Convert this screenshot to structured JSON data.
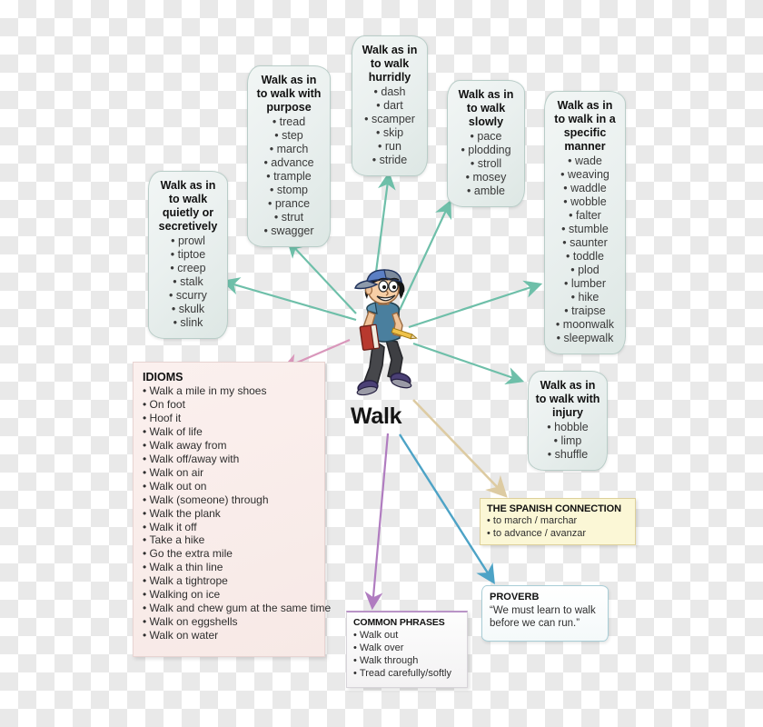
{
  "diagram": {
    "center_label": "Walk",
    "center_figure": "boy-walking-with-book-and-pencil"
  },
  "categories": [
    {
      "id": "quietly",
      "title": "Walk as in to walk quietly or secretively",
      "title_lines": [
        "Walk as in",
        "to walk",
        "quietly or",
        "secretively"
      ],
      "items": [
        "prowl",
        "tiptoe",
        "creep",
        "stalk",
        "scurry",
        "skulk",
        "slink"
      ]
    },
    {
      "id": "purpose",
      "title": "Walk as in to walk with purpose",
      "title_lines": [
        "Walk as in",
        "to walk with",
        "purpose"
      ],
      "items": [
        "tread",
        "step",
        "march",
        "advance",
        "trample",
        "stomp",
        "prance",
        "strut",
        "swagger"
      ]
    },
    {
      "id": "hurridly",
      "title": "Walk as in to walk hurridly",
      "title_lines": [
        "Walk as in",
        "to walk",
        "hurridly"
      ],
      "items": [
        "dash",
        "dart",
        "scamper",
        "skip",
        "run",
        "stride"
      ]
    },
    {
      "id": "slowly",
      "title": "Walk as in to walk slowly",
      "title_lines": [
        "Walk as in",
        "to walk",
        "slowly"
      ],
      "items": [
        "pace",
        "plodding",
        "stroll",
        "mosey",
        "amble"
      ]
    },
    {
      "id": "specific-manner",
      "title": "Walk as in to walk in a specific manner",
      "title_lines": [
        "Walk as in",
        "to walk in a",
        "specific",
        "manner"
      ],
      "items": [
        "wade",
        "weaving",
        "waddle",
        "wobble",
        "falter",
        "stumble",
        "saunter",
        "toddle",
        "plod",
        "lumber",
        "hike",
        "traipse",
        "moonwalk",
        "sleepwalk"
      ]
    },
    {
      "id": "injury",
      "title": "Walk as in to walk with injury",
      "title_lines": [
        "Walk as in",
        "to walk with",
        "injury"
      ],
      "items": [
        "hobble",
        "limp",
        "shuffle"
      ]
    }
  ],
  "idioms": {
    "heading": "IDIOMS",
    "items": [
      "Walk a mile in my shoes",
      "On foot",
      "Hoof it",
      "Walk of life",
      "Walk away from",
      "Walk off/away with",
      "Walk on air",
      "Walk out on",
      "Walk (someone) through",
      "Walk the plank",
      "Walk it off",
      "Take a hike",
      "Go the extra mile",
      "Walk a thin line",
      "Walk a tightrope",
      "Walking on ice",
      "Walk and chew gum at the same time",
      "Walk on eggshells",
      "Walk on water"
    ]
  },
  "spanish_connection": {
    "heading": "THE SPANISH CONNECTION",
    "items": [
      "to march / marchar",
      "to advance / avanzar"
    ]
  },
  "proverb": {
    "heading": "PROVERB",
    "quote": "“We must learn to walk before we can run.”"
  },
  "common_phrases": {
    "heading": "COMMON PHRASES",
    "items": [
      "Walk out",
      "Walk over",
      "Walk through",
      "Tread carefully/softly"
    ]
  },
  "colors": {
    "arrow_green": "#6ebfa9",
    "arrow_pink": "#d997bb",
    "arrow_purple": "#b07cc0",
    "arrow_blue": "#4da3c6",
    "arrow_tan": "#ddcba2",
    "box_fill": "#eaf0ef",
    "box_border": "#b9cdc8",
    "idioms_fill": "#f8ebe8",
    "spanish_fill": "#fbf7d6",
    "proverb_border": "#a8cdd6",
    "phrases_accent": "#b993c6"
  }
}
